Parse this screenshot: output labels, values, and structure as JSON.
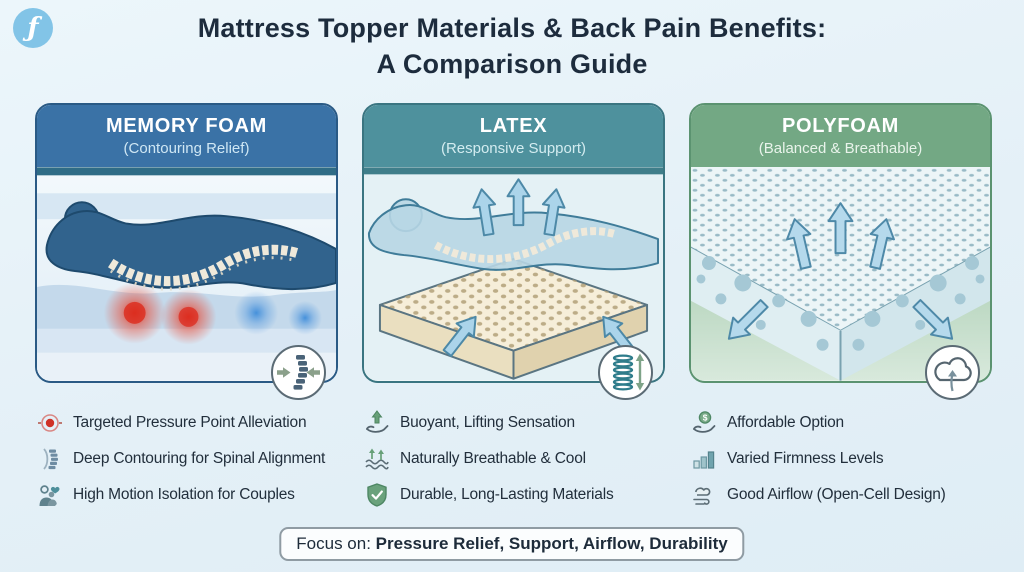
{
  "logo": {
    "glyph": "ƒ",
    "background": "#82c4e7"
  },
  "title": {
    "line1": "Mattress Topper Materials & Back Pain Benefits:",
    "line2": "A Comparison Guide"
  },
  "panels": [
    {
      "name": "MEMORY FOAM",
      "subtitle": "(Contouring Relief)",
      "header_color": "#3a72a6",
      "border_color": "#2a5a85",
      "illustration": "body sinking into memory foam with spine, red pressure points and blue cool zones",
      "badge": "compressed-spine-with-inward-arrows",
      "features": [
        {
          "icon": "pressure-point-icon",
          "text": "Targeted Pressure Point Alleviation"
        },
        {
          "icon": "spine-contour-icon",
          "text": "Deep Contouring for Spinal Alignment"
        },
        {
          "icon": "couple-heart-icon",
          "text": "High Motion Isolation for Couples"
        }
      ]
    },
    {
      "name": "LATEX",
      "subtitle": "(Responsive Support)",
      "header_color": "#4e919d",
      "border_color": "#3a7581",
      "illustration": "body lifted on pin-holed latex layer with upward airflow arrows",
      "badge": "spring-with-vertical-double-arrow",
      "features": [
        {
          "icon": "lift-hand-icon",
          "text": "Buoyant, Lifting Sensation"
        },
        {
          "icon": "breathable-icon",
          "text": "Naturally Breathable & Cool"
        },
        {
          "icon": "shield-check-icon",
          "text": "Durable, Long-Lasting Materials"
        }
      ]
    },
    {
      "name": "POLYFOAM",
      "subtitle": "(Balanced & Breathable)",
      "header_color": "#73a884",
      "border_color": "#5b9370",
      "illustration": "open-cell polyfoam block with airflow arrows up and outward",
      "badge": "cloud-with-up-arrow",
      "features": [
        {
          "icon": "affordable-hand-icon",
          "text": "Affordable Option"
        },
        {
          "icon": "firmness-bars-icon",
          "text": "Varied Firmness Levels"
        },
        {
          "icon": "airflow-wind-icon",
          "text": "Good Airflow (Open-Cell Design)"
        }
      ]
    }
  ],
  "footer": {
    "label": "Focus on:",
    "text": "Pressure Relief, Support, Airflow, Durability"
  },
  "colors": {
    "background": "#e7f1f8",
    "title_text": "#1d2c3d",
    "feature_text": "#222f3c",
    "pressure_red": "#dc2a1c",
    "cool_blue": "#2f84d8",
    "arrow_blue": "#abd4ea"
  }
}
